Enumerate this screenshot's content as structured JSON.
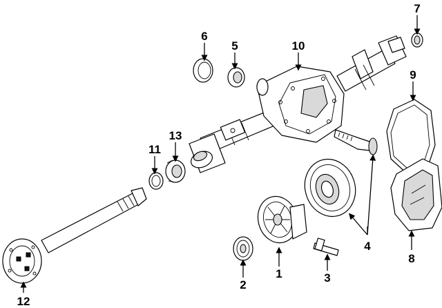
{
  "diagram": {
    "callouts": [
      {
        "id": "1",
        "label": "1"
      },
      {
        "id": "2",
        "label": "2"
      },
      {
        "id": "3",
        "label": "3"
      },
      {
        "id": "4",
        "label": "4"
      },
      {
        "id": "5",
        "label": "5"
      },
      {
        "id": "6",
        "label": "6"
      },
      {
        "id": "7",
        "label": "7"
      },
      {
        "id": "8",
        "label": "8"
      },
      {
        "id": "9",
        "label": "9"
      },
      {
        "id": "10",
        "label": "10"
      },
      {
        "id": "11",
        "label": "11"
      },
      {
        "id": "12",
        "label": "12"
      },
      {
        "id": "13",
        "label": "13"
      }
    ],
    "colors": {
      "line": "#000000",
      "fill": "#ffffff",
      "shade": "#d9d9d9"
    }
  }
}
